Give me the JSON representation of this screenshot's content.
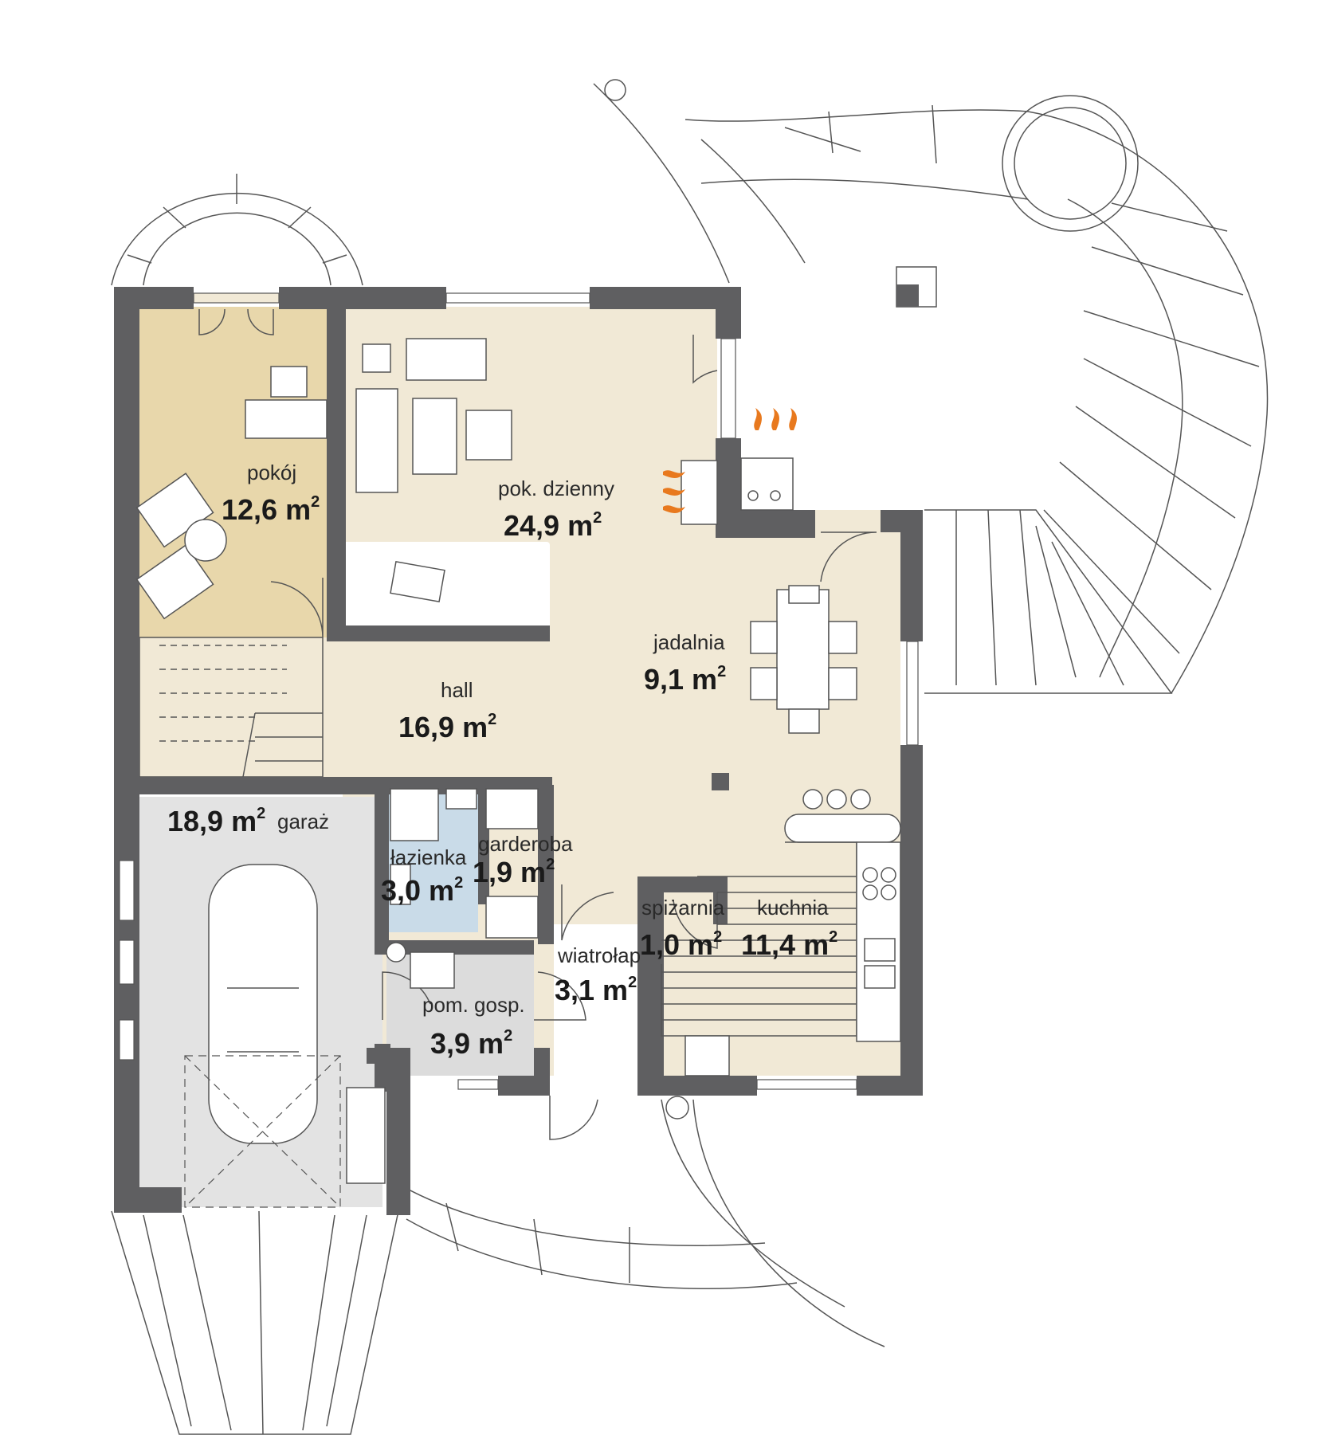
{
  "colors": {
    "wall": "#5f5f61",
    "living_floor": "#f1e9d6",
    "pokoj_floor": "#e8d7ab",
    "garage_floor": "#e3e3e3",
    "utility_floor": "#dcdcdc",
    "bath_tiles": "#c9dbe8",
    "flame": "#e8791e"
  },
  "rooms": [
    {
      "id": "pokoj",
      "name": "pokój",
      "area": "12,6 m",
      "unit_sup": "2"
    },
    {
      "id": "pok-dzienny",
      "name": "pok. dzienny",
      "area": "24,9 m",
      "unit_sup": "2"
    },
    {
      "id": "jadalnia",
      "name": "jadalnia",
      "area": "9,1 m",
      "unit_sup": "2"
    },
    {
      "id": "hall",
      "name": "hall",
      "area": "16,9 m",
      "unit_sup": "2"
    },
    {
      "id": "garaz",
      "name": "garaż",
      "area": "18,9 m",
      "unit_sup": "2"
    },
    {
      "id": "lazienka",
      "name": "łazienka",
      "area": "3,0 m",
      "unit_sup": "2"
    },
    {
      "id": "garderoba",
      "name": "garderoba",
      "area": "1,9 m",
      "unit_sup": "2"
    },
    {
      "id": "spizarnia",
      "name": "spiżarnia",
      "area": "1,0 m",
      "unit_sup": "2"
    },
    {
      "id": "kuchnia",
      "name": "kuchnia",
      "area": "11,4 m",
      "unit_sup": "2"
    },
    {
      "id": "wiatrolap",
      "name": "wiatrołap",
      "area": "3,1 m",
      "unit_sup": "2"
    },
    {
      "id": "pom-gosp",
      "name": "pom. gosp.",
      "area": "3,9 m",
      "unit_sup": "2"
    }
  ]
}
